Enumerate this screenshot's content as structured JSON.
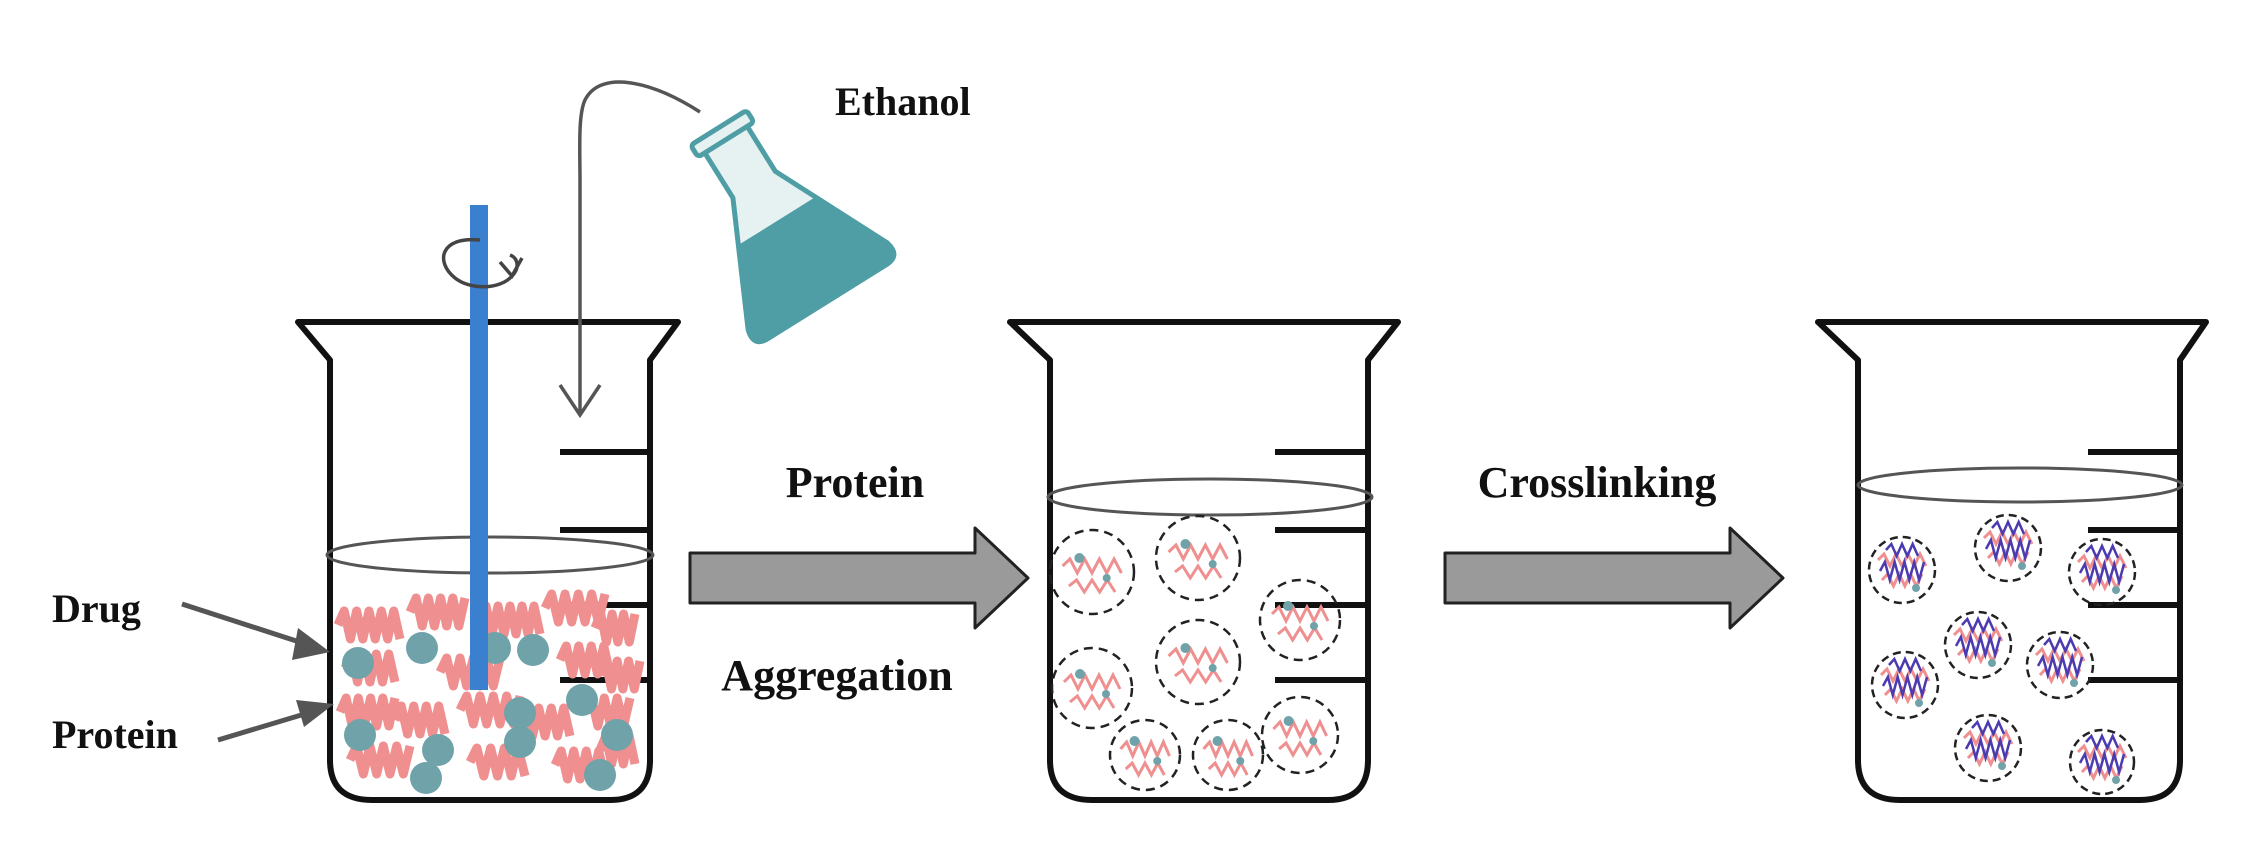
{
  "labels": {
    "ethanol": "Ethanol",
    "drug": "Drug",
    "protein_left": "Protein",
    "step1_top": "Protein",
    "step1_bottom": "Aggregation",
    "step2": "Crosslinking"
  },
  "colors": {
    "outline": "#111111",
    "stir_rod": "#3b7fcf",
    "flask_liquid": "#4f9ea6",
    "protein_chain": "#ef8f8f",
    "drug_particle": "#6fa3a9",
    "crosslinker": "#4a3bb0",
    "arrow_fill": "#9a9a9a"
  },
  "icons": [
    "beaker-icon",
    "erlenmeyer-flask-icon",
    "stir-rod-icon",
    "rotation-arrow-icon",
    "process-arrow-icon"
  ]
}
